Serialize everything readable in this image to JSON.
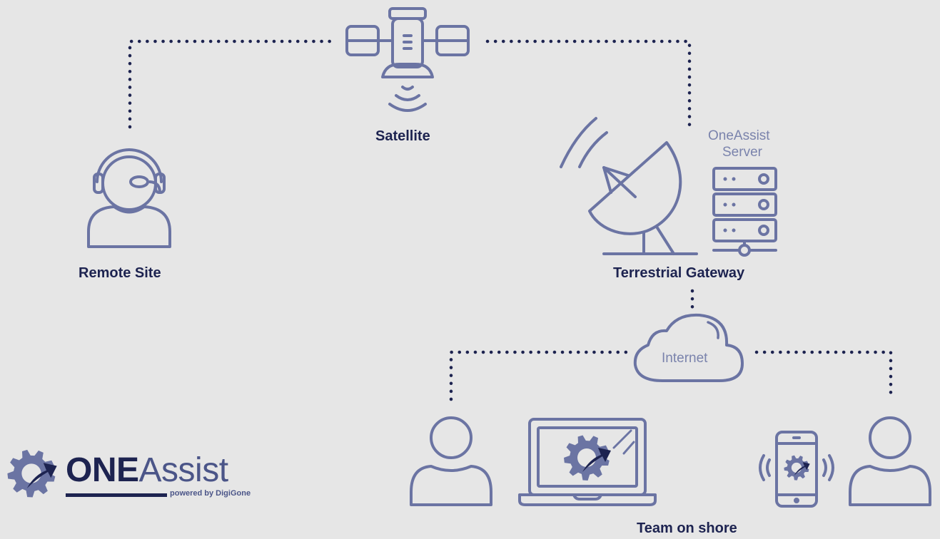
{
  "nodes": {
    "satellite": "Satellite",
    "remote_site": "Remote Site",
    "terrestrial_gateway": "Terrestrial Gateway",
    "server_line1": "OneAssist",
    "server_line2": "Server",
    "internet": "Internet",
    "team_on_shore": "Team on shore"
  },
  "logo": {
    "bold": "ONE",
    "light": "Assist",
    "tagline": "powered by DigiGone"
  },
  "colors": {
    "background": "#e6e6e6",
    "icon_stroke": "#6b74a3",
    "label_dark": "#1d2350",
    "dotted_line": "#1d2350"
  }
}
